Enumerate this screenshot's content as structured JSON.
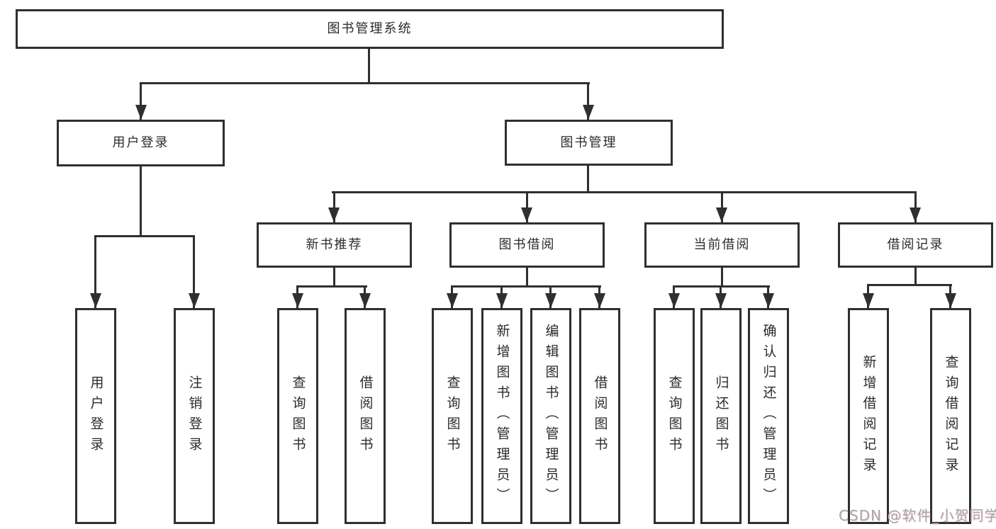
{
  "diagram": {
    "root": {
      "label": "图书管理系统"
    },
    "branches": [
      {
        "label": "用户登录",
        "children": [
          {
            "label": "用户登录"
          },
          {
            "label": "注销登录"
          }
        ]
      },
      {
        "label": "图书管理",
        "children": [
          {
            "label": "新书推荐",
            "children": [
              {
                "label": "查询图书"
              },
              {
                "label": "借阅图书"
              }
            ]
          },
          {
            "label": "图书借阅",
            "children": [
              {
                "label": "查询图书"
              },
              {
                "label": "新增图书（管理员）"
              },
              {
                "label": "编辑图书（管理员）"
              },
              {
                "label": "借阅图书"
              }
            ]
          },
          {
            "label": "当前借阅",
            "children": [
              {
                "label": "查询图书"
              },
              {
                "label": "归还图书"
              },
              {
                "label": "确认归还（管理员）"
              }
            ]
          },
          {
            "label": "借阅记录",
            "children": [
              {
                "label": "新增借阅记录"
              },
              {
                "label": "查询借阅记录"
              }
            ]
          }
        ]
      }
    ]
  },
  "watermark": {
    "text": "CSDN @软件_小贺同学"
  },
  "colors": {
    "line": "#2f2f2f",
    "text": "#2b2b2b",
    "box_bg": "#ffffff",
    "watermark": "#a8a8a8"
  }
}
